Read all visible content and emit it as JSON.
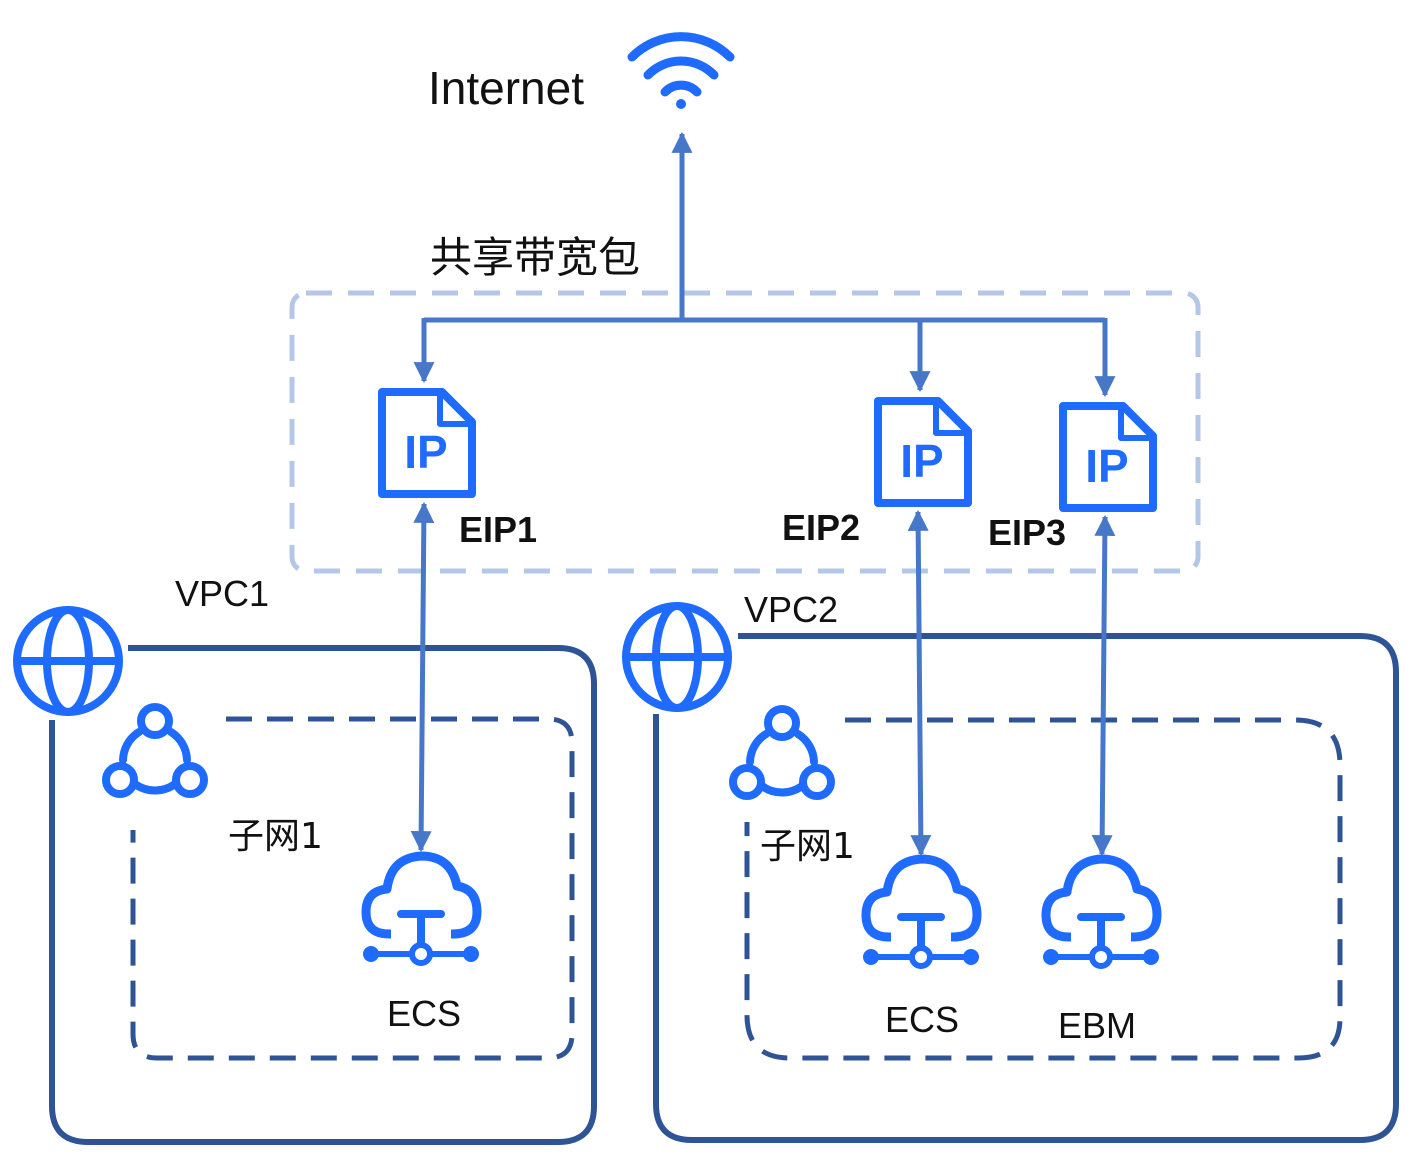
{
  "internet": {
    "label": "Internet"
  },
  "shared_bandwidth": {
    "label": "共享带宽包"
  },
  "eips": [
    {
      "label": "EIP1",
      "icon_text": "IP"
    },
    {
      "label": "EIP2",
      "icon_text": "IP"
    },
    {
      "label": "EIP3",
      "icon_text": "IP"
    }
  ],
  "vpcs": [
    {
      "label": "VPC1",
      "subnet_label": "子网1",
      "instances": [
        {
          "label": "ECS"
        }
      ]
    },
    {
      "label": "VPC2",
      "subnet_label": "子网1",
      "instances": [
        {
          "label": "ECS"
        },
        {
          "label": "EBM"
        }
      ]
    }
  ],
  "colors": {
    "icon_blue": "#1f6bff",
    "line_blue": "#4777c9",
    "vpc_border": "#2f5496",
    "group_dash": "#b4c7e7"
  }
}
